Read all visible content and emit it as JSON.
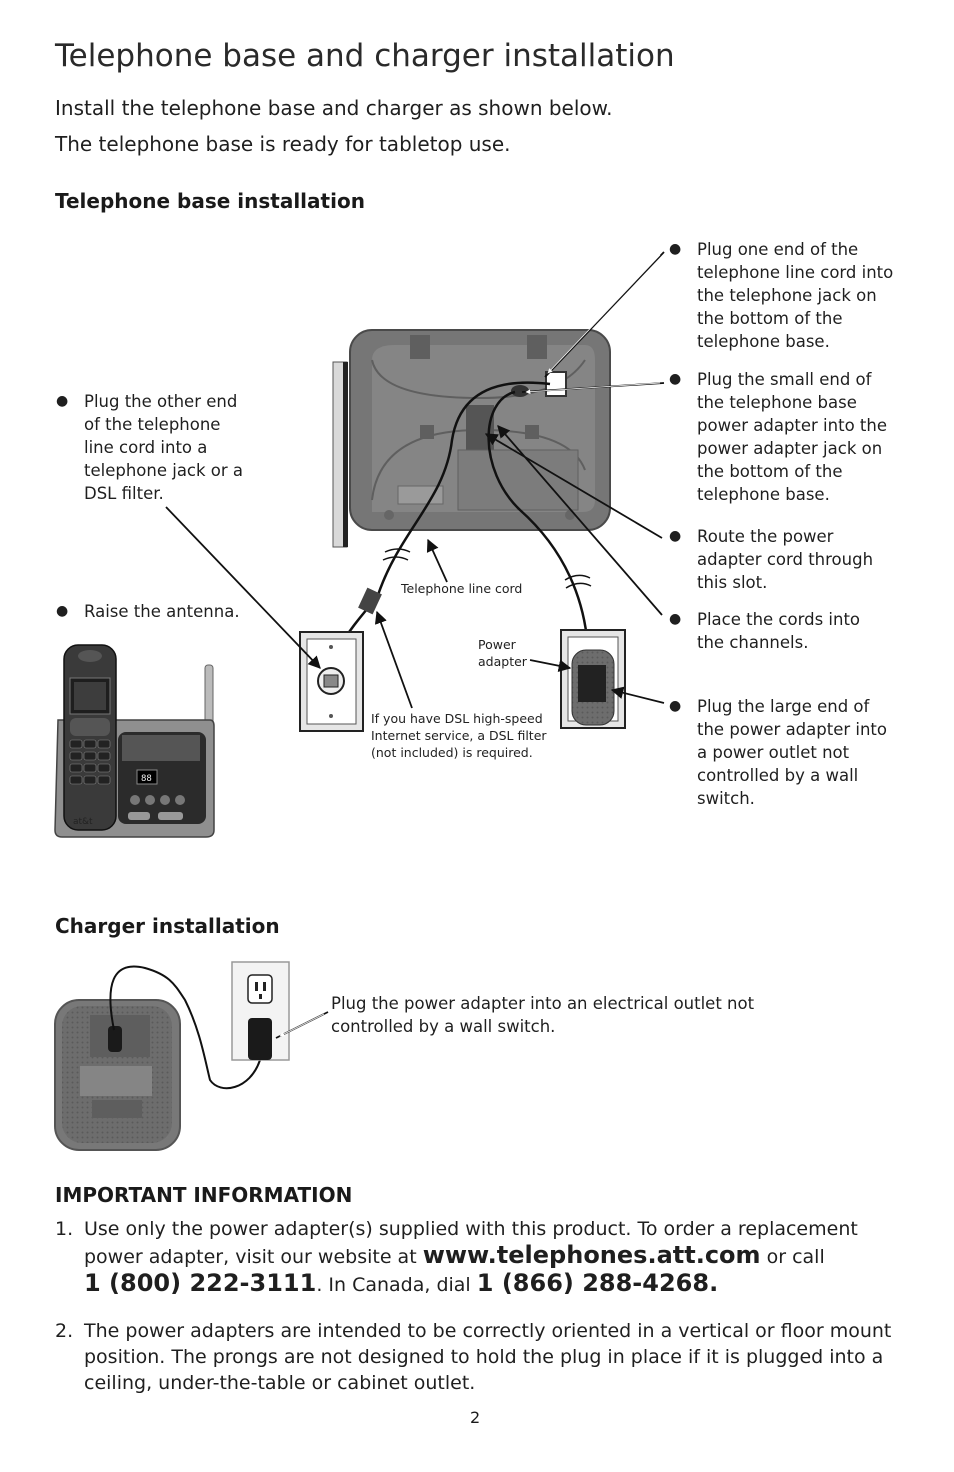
{
  "page": {
    "title": "Telephone base and charger installation",
    "intro": [
      "Install the telephone base and charger as shown below.",
      "The telephone base is ready for tabletop use."
    ],
    "page_number": "2"
  },
  "base_section": {
    "heading": "Telephone base installation",
    "notes_left": [
      "Plug the other end of the telephone line cord into a telephone jack or a DSL filter.",
      "Raise the antenna."
    ],
    "notes_right": [
      "Plug one end of the telephone line cord into the telephone jack on the bottom of the telephone base.",
      "Plug the small end of the telephone base power adapter into the power adapter jack on the bottom of the telephone base.",
      "Route the power adapter cord through this slot.",
      "Place the cords into the channels.",
      "Plug the large end of the power adapter into a power outlet not controlled by a wall switch."
    ],
    "labels": {
      "line_cord": "Telephone line cord",
      "power_adapter": "Power adapter",
      "dsl_note": "If you have DSL high-speed Internet service, a DSL filter (not included) is required."
    },
    "handset_brand": "at&t",
    "base_display": "88"
  },
  "charger_section": {
    "heading": "Charger installation",
    "note": "Plug the power adapter into an electrical outlet not controlled by a wall switch."
  },
  "important": {
    "heading": "IMPORTANT INFORMATION",
    "item1": {
      "num": "1.",
      "text_a": "Use only the power adapter(s) supplied with this product. To order a replacement power adapter, visit our website at ",
      "website": "www.telephones.att.com",
      "text_b": " or call ",
      "phone_us": "1 (800) 222-3111",
      "text_c": ". In Canada, dial ",
      "phone_ca": "1 (866) 288-4268",
      "text_d": "."
    },
    "item2": {
      "num": "2.",
      "text": "The power adapters are intended to be correctly oriented in a vertical or floor mount position. The prongs are not designed to hold the plug in place if it is plugged into a ceiling, under-the-table or cabinet outlet."
    }
  }
}
